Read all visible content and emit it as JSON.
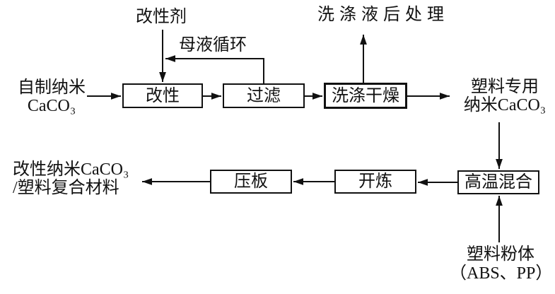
{
  "colors": {
    "stroke": "#111111",
    "background": "#ffffff"
  },
  "nodes": {
    "modify": {
      "label": "改性"
    },
    "filter": {
      "label": "过滤"
    },
    "wash_dry": {
      "label": "洗涤干燥"
    },
    "press": {
      "label": "压板"
    },
    "mill": {
      "label": "开炼"
    },
    "hot_mix": {
      "label": "高温混合"
    }
  },
  "terminals": {
    "modifier": {
      "label": "改性剂"
    },
    "mother_liquor": {
      "label": "母液循环"
    },
    "wash_post_treatment": {
      "label": "洗涤液后处理"
    },
    "self_made_nano": {
      "line1": "自制纳米",
      "line2": "CaCO₃"
    },
    "plastic_nano": {
      "line1": "塑料专用",
      "line2": "纳米CaCO₃"
    },
    "composite_product": {
      "line1": "改性纳米CaCO₃",
      "line2": "/塑料复合材料"
    },
    "plastic_powder": {
      "line1": "塑料粉体",
      "line2": "（ABS、PP）"
    }
  },
  "edges": [
    {
      "from": "自制纳米CaCO₃",
      "to": "改性"
    },
    {
      "from": "改性剂",
      "to": "改性"
    },
    {
      "from": "改性",
      "to": "过滤"
    },
    {
      "from": "过滤",
      "to": "改性",
      "label": "母液循环"
    },
    {
      "from": "过滤",
      "to": "洗涤干燥"
    },
    {
      "from": "洗涤干燥",
      "to": "洗涤液后处理"
    },
    {
      "from": "洗涤干燥",
      "to": "塑料专用纳米CaCO₃"
    },
    {
      "from": "塑料专用纳米CaCO₃",
      "to": "高温混合"
    },
    {
      "from": "塑料粉体（ABS、PP）",
      "to": "高温混合"
    },
    {
      "from": "高温混合",
      "to": "开炼"
    },
    {
      "from": "开炼",
      "to": "压板"
    },
    {
      "from": "压板",
      "to": "改性纳米CaCO₃/塑料复合材料"
    }
  ]
}
